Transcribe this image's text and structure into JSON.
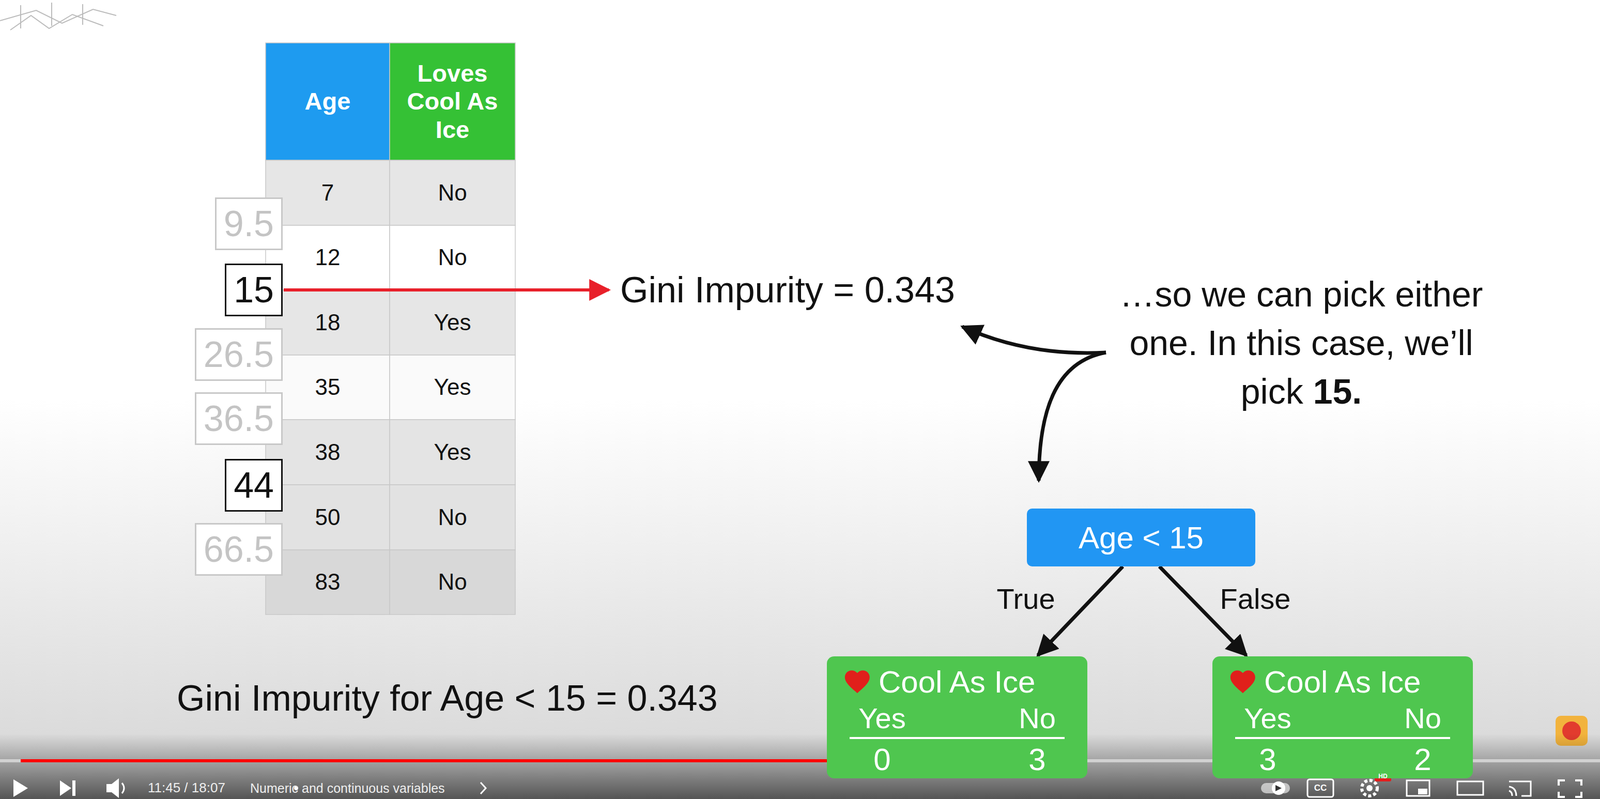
{
  "diagram": {
    "nodes": [
      {
        "text": [
          "9.5"
        ]
      },
      {
        "text": [
          "15"
        ]
      },
      {
        "text": [
          "26.5"
        ]
      },
      {
        "text": [
          "36.5"
        ]
      },
      {
        "text": [
          "44"
        ]
      },
      {
        "text": [
          "66.5"
        ]
      },
      {
        "text": [
          "Age < 15"
        ]
      },
      {
        "text": [
          "Cool As Ice",
          "Yes",
          "No",
          "0",
          "3"
        ]
      },
      {
        "text": [
          "Cool As Ice",
          "Yes",
          "No",
          "3",
          "2"
        ]
      }
    ],
    "edges": [
      {
        "from": 6,
        "to": 7,
        "label": "True",
        "arrow": "to"
      },
      {
        "from": 6,
        "to": 8,
        "label": "False",
        "arrow": "to"
      }
    ],
    "labels": [
      "Age",
      "Loves Cool As Ice",
      "7",
      "No",
      "12",
      "No",
      "18",
      "Yes",
      "35",
      "Yes",
      "38",
      "Yes",
      "50",
      "No",
      "83",
      "No",
      "Gini Impurity = 0.343",
      "…so we can pick either one. In this case, we’ll pick",
      "15.",
      "Gini Impurity for Age < 15 = 0.343",
      "11:45 / 18:07",
      "Numeric and continuous variables",
      "CC",
      "HD"
    ]
  }
}
